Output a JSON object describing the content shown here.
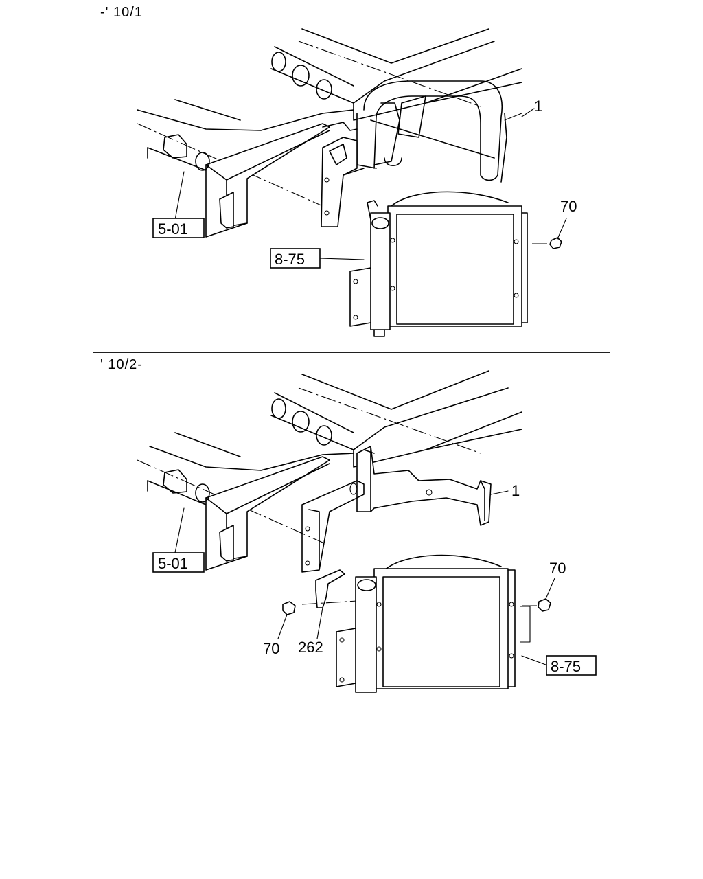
{
  "diagram": {
    "sections": [
      {
        "header": "-' 10/1",
        "labels": {
          "part_bracket": "1",
          "part_nut": "70",
          "ref_frame": "5-01",
          "ref_radiator": "8-75"
        }
      },
      {
        "header": "' 10/2-",
        "labels": {
          "part_bracket": "1",
          "part_nut_right": "70",
          "part_nut_left": "70",
          "part_clip": "262",
          "ref_frame": "5-01",
          "ref_radiator": "8-75"
        }
      }
    ],
    "colors": {
      "line": "#000000",
      "background": "#ffffff"
    }
  }
}
